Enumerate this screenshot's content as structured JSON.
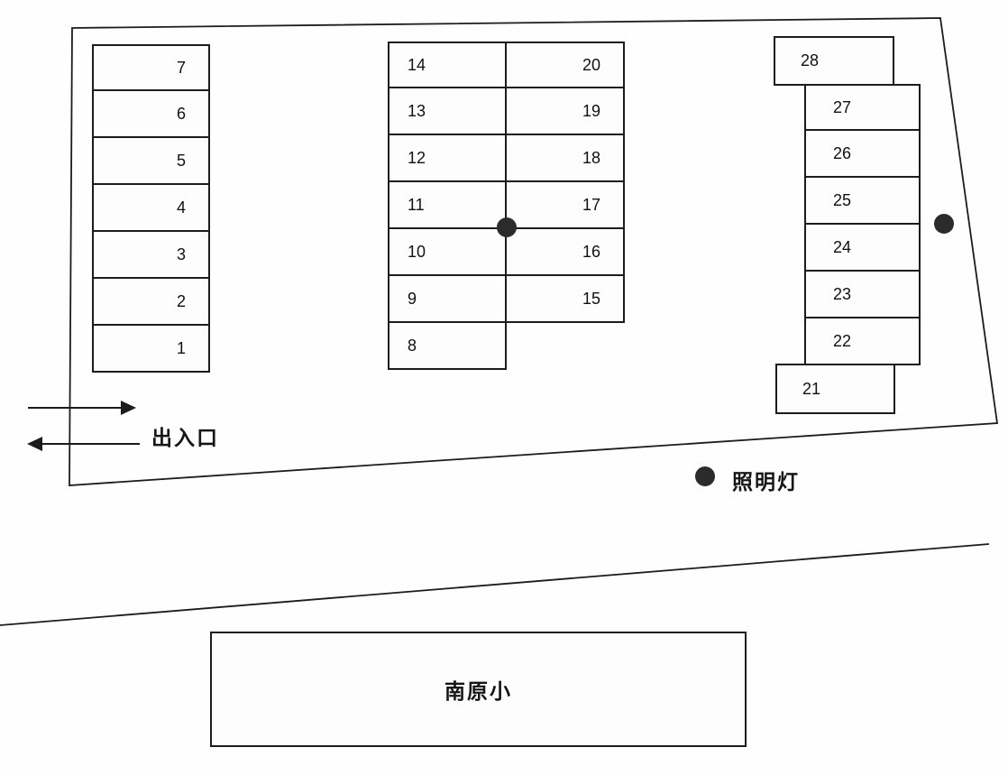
{
  "diagram": {
    "kind": "parking-lot-layout",
    "colors": {
      "line": "#1c1c1c",
      "lamp_fill": "#2b2b2b",
      "background": "#fefefe"
    }
  },
  "labels": {
    "entrance": "出入口",
    "light": "照明灯",
    "school": "南原小"
  },
  "parking": {
    "left_column": [
      "7",
      "6",
      "5",
      "4",
      "3",
      "2",
      "1"
    ],
    "middle_left_column": [
      "14",
      "13",
      "12",
      "11",
      "10",
      "9",
      "8"
    ],
    "middle_right_column": [
      "20",
      "19",
      "18",
      "17",
      "16",
      "15"
    ],
    "right_top_space": "28",
    "right_column": [
      "27",
      "26",
      "25",
      "24",
      "23",
      "22"
    ],
    "right_bottom_space": "21"
  }
}
